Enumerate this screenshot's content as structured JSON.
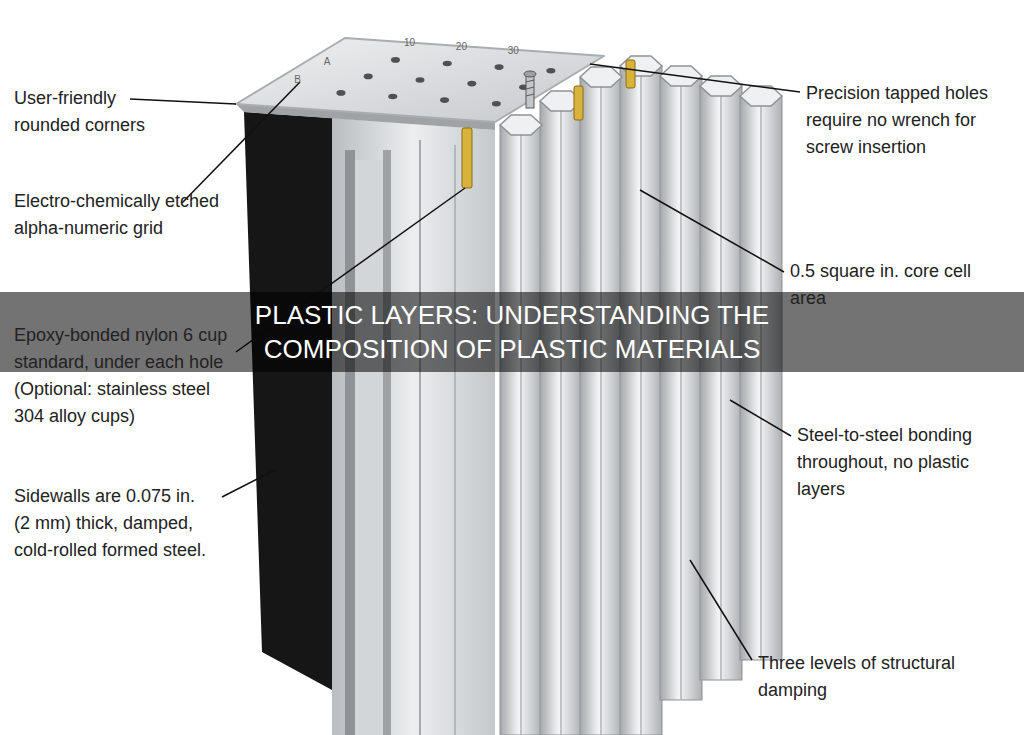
{
  "diagram": {
    "title": "PLASTIC LAYERS: UNDERSTANDING THE COMPOSITION OF PLASTIC MATERIALS",
    "labels": [
      "10",
      "20",
      "30",
      "A",
      "B",
      "User-friendly rounded corners",
      "Precision tapped holes require no wrench for screw insertion",
      "Electro-chemically etched alpha-numeric grid",
      "0.5 square in. core cell area",
      "Epoxy-bonded nylon 6 cup standard, under each hole (Optional: stainless steel 304 alloy cups)",
      "Steel-to-steel bonding throughout, no plastic layers",
      "Sidewalls are 0.075 in. (2 mm) thick, damped, cold-rolled formed steel.",
      "Three levels of structural damping"
    ]
  }
}
